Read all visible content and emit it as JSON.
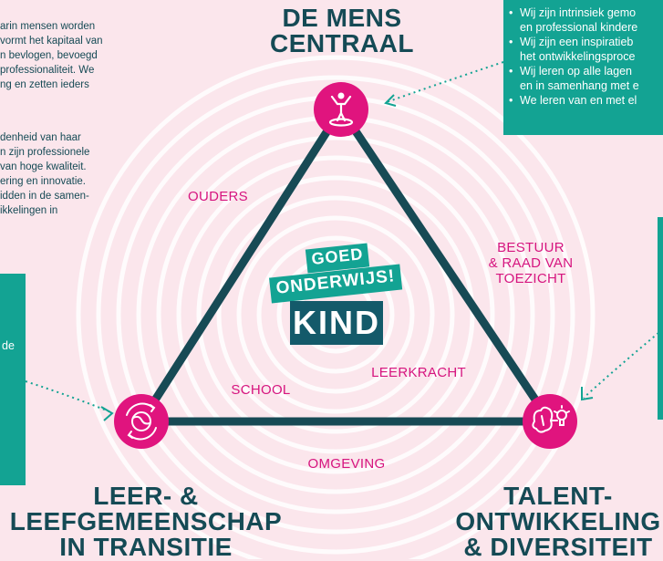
{
  "left_text": {
    "para1": [
      "arin mensen worden",
      "vormt het kapitaal van",
      "n bevlogen, bevoegd",
      "professionaliteit. We",
      "ng en zetten ieders"
    ],
    "para2": [
      "denheid van haar",
      "n zijn professionele",
      "van hoge kwaliteit.",
      "ering en innovatie.",
      "idden in de samen-",
      "ikkelingen in"
    ],
    "box_fragment": "de"
  },
  "top_right_box": {
    "items": [
      "Wij zijn intrinsiek gemo",
      "en professional kindere",
      "Wij zijn een inspiratieb",
      "het ontwikkelingsproce",
      "Wij leren op alle lagen",
      "en in samenhang met e",
      "We leren van en met el"
    ]
  },
  "corners": {
    "top": [
      "DE MENS",
      "CENTRAAL"
    ],
    "bottom_left": [
      "LEER- &",
      "LEEFGEMEENSCHAP",
      "IN TRANSITIE"
    ],
    "bottom_right": [
      "TALENT-",
      "ONTWIKKELING",
      "& DIVERSITEIT"
    ]
  },
  "center": {
    "line1": "GOED",
    "line2": "ONDERWIJS!",
    "line3": "KIND"
  },
  "labels": {
    "ouders": "OUDERS",
    "bestuur": [
      "BESTUUR",
      "& RAAD VAN",
      "TOEZICHT"
    ],
    "school": "SCHOOL",
    "leerkracht": "LEERKRACHT",
    "omgeving": "OMGEVING"
  },
  "icons": {
    "top": "person-raised-arms-icon",
    "bottom_left": "globe-arrows-icon",
    "bottom_right": "brain-lightbulb-icon"
  },
  "colors": {
    "background": "#fbe6ec",
    "navy": "#154a55",
    "teal": "#13a393",
    "magenta": "#e0147e",
    "pink_text": "#d6157f",
    "dark_teal_badge": "#145a6a"
  }
}
